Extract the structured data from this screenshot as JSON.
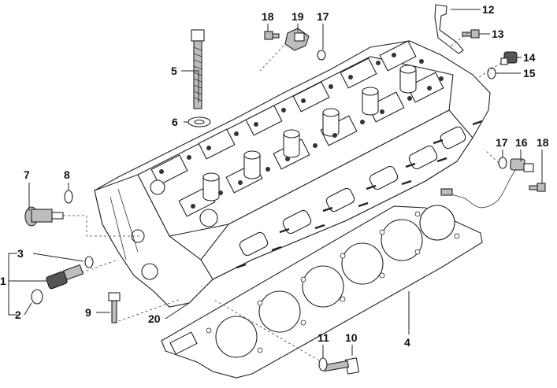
{
  "diagram": {
    "callouts": [
      {
        "id": "c1",
        "label": "1"
      },
      {
        "id": "c2",
        "label": "2"
      },
      {
        "id": "c3",
        "label": "3"
      },
      {
        "id": "c4",
        "label": "4"
      },
      {
        "id": "c5",
        "label": "5"
      },
      {
        "id": "c6",
        "label": "6"
      },
      {
        "id": "c7",
        "label": "7"
      },
      {
        "id": "c8",
        "label": "8"
      },
      {
        "id": "c9",
        "label": "9"
      },
      {
        "id": "c10",
        "label": "10"
      },
      {
        "id": "c11",
        "label": "11"
      },
      {
        "id": "c12",
        "label": "12"
      },
      {
        "id": "c13",
        "label": "13"
      },
      {
        "id": "c14",
        "label": "14"
      },
      {
        "id": "c15",
        "label": "15"
      },
      {
        "id": "c16",
        "label": "16"
      },
      {
        "id": "c17a",
        "label": "17"
      },
      {
        "id": "c17b",
        "label": "17"
      },
      {
        "id": "c18a",
        "label": "18"
      },
      {
        "id": "c18b",
        "label": "18"
      },
      {
        "id": "c19",
        "label": "19"
      },
      {
        "id": "c20",
        "label": "20"
      }
    ]
  }
}
